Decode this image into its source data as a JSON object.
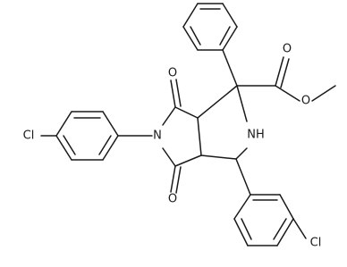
{
  "molecule": {
    "atom_labels": {
      "methoxy_oxygen": "O",
      "carbonyl_oxygen_ester": "O",
      "carbonyl_oxygen_upper": "O",
      "carbonyl_oxygen_lower": "O",
      "imide_nitrogen": "N",
      "amine": "NH",
      "chlorine_left": "Cl",
      "chlorine_right": "Cl"
    }
  }
}
